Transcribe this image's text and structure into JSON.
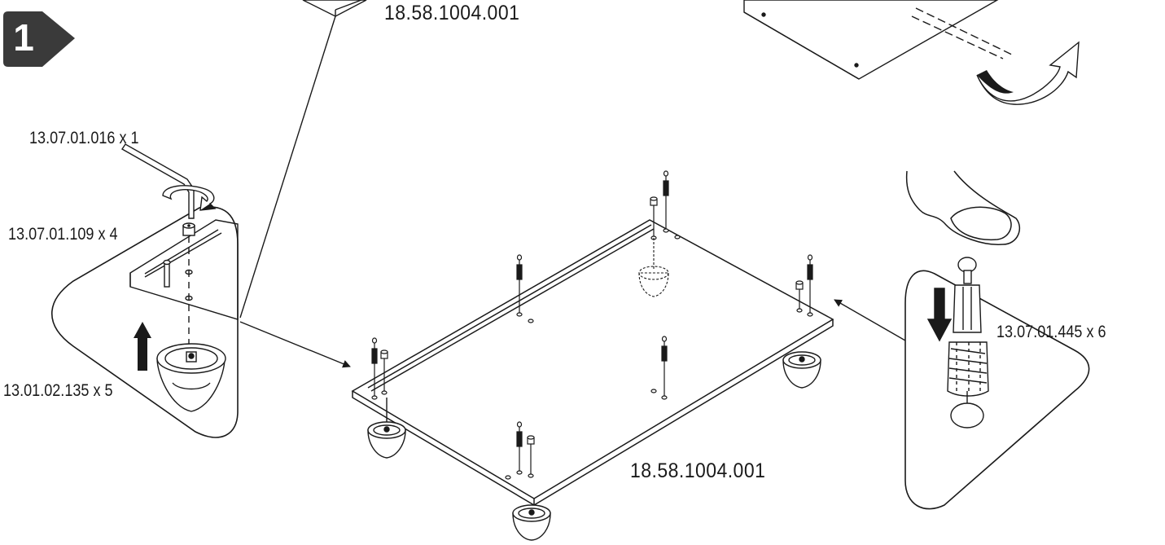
{
  "step": {
    "number": "1",
    "badge_color": "#3a3a3a"
  },
  "parts": {
    "panel_top": "18.58.1004.001",
    "panel_main": "18.58.1004.001",
    "hex_key": "13.07.01.016 x 1",
    "screw": "13.07.01.109 x 4",
    "foot": "13.01.02.135 x 5",
    "dowel": "13.07.01.445 x 6"
  },
  "icons": {
    "hex_key": "hex-key-icon",
    "rotate_arrow": "rotate-arrow-icon",
    "press_finger": "finger-icon",
    "flip_arrow": "flip-arrow-icon"
  },
  "colors": {
    "line": "#1a1a1a",
    "fill_dark": "#1a1a1a",
    "background": "#ffffff"
  }
}
